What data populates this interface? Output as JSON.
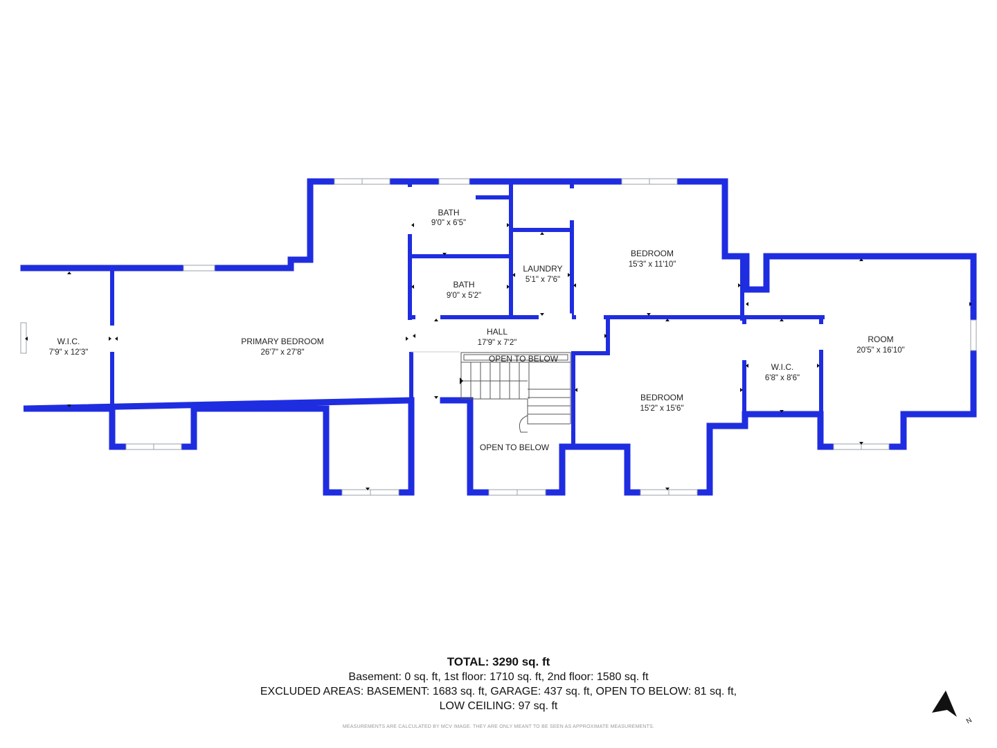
{
  "rooms": [
    {
      "name": "W.I.C.",
      "dims": "7'9\" x 12'3\""
    },
    {
      "name": "PRIMARY BEDROOM",
      "dims": "26'7\" x 27'8\""
    },
    {
      "name": "BATH",
      "dims": "9'0\" x 6'5\""
    },
    {
      "name": "BATH",
      "dims": "9'0\" x 5'2\""
    },
    {
      "name": "LAUNDRY",
      "dims": "5'1\" x 7'6\""
    },
    {
      "name": "HALL",
      "dims": "17'9\" x 7'2\""
    },
    {
      "name": "BEDROOM",
      "dims": "15'3\" x 11'10\""
    },
    {
      "name": "BEDROOM",
      "dims": "15'2\" x 15'6\""
    },
    {
      "name": "W.I.C.",
      "dims": "6'8\" x 8'6\""
    },
    {
      "name": "ROOM",
      "dims": "20'5\" x 16'10\""
    }
  ],
  "open_to_below_labels": [
    "OPEN TO BELOW",
    "OPEN TO BELOW"
  ],
  "summary": {
    "total": "TOTAL: 3290 sq. ft",
    "floors": "Basement: 0 sq. ft, 1st floor: 1710 sq. ft, 2nd floor: 1580 sq. ft",
    "excluded_1": "EXCLUDED AREAS: BASEMENT: 1683 sq. ft, GARAGE: 437 sq. ft, OPEN TO BELOW: 81 sq. ft,",
    "excluded_2": "LOW CEILING: 97 sq. ft"
  },
  "disclaimer": "MEASUREMENTS ARE CALCULATED BY MCV IMAGE. THEY ARE ONLY MEANT TO BE SEEN AS APPROXIMATE MEASUREMENTS.",
  "compass": {
    "label": "N",
    "icon": "north-arrow-icon"
  },
  "colors": {
    "walls": "#1f2de0",
    "text": "#222222"
  }
}
